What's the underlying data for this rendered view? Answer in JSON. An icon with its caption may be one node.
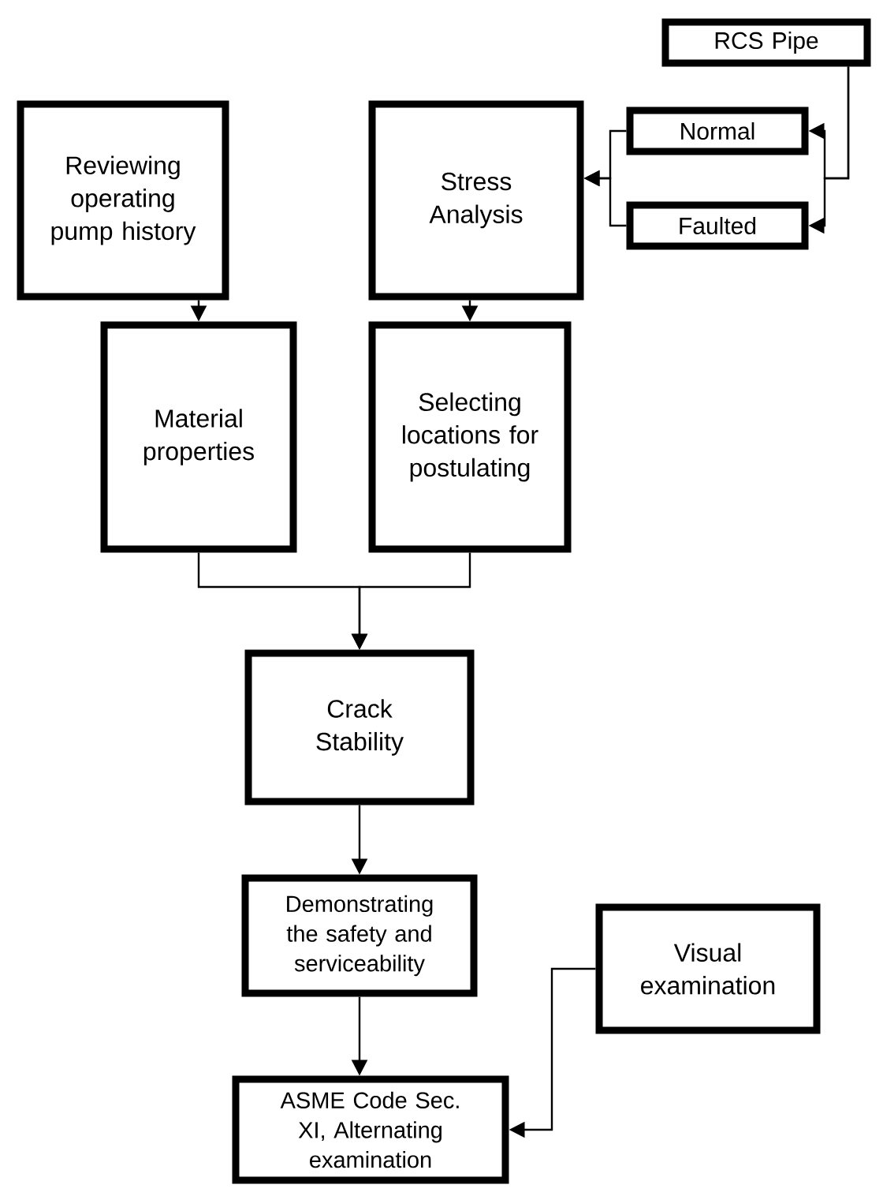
{
  "diagram": {
    "nodes": [
      {
        "text": [
          "RCS Pipe"
        ]
      },
      {
        "text": [
          "Normal"
        ]
      },
      {
        "text": [
          "Faulted"
        ]
      },
      {
        "text": [
          "Reviewing operating pump history"
        ]
      },
      {
        "text": [
          "Stress Analysis"
        ]
      },
      {
        "text": [
          "Material properties"
        ]
      },
      {
        "text": [
          "Selecting locations for postulating"
        ]
      },
      {
        "text": [
          "Crack Stability"
        ]
      },
      {
        "text": [
          "Demonstrating the safety and serviceability"
        ]
      },
      {
        "text": [
          "ASME Code Sec. XI, Alternating examination"
        ]
      },
      {
        "text": [
          "Visual examination"
        ]
      }
    ],
    "edges": [
      {
        "from": 0,
        "to": 1,
        "arrow": "to"
      },
      {
        "from": 0,
        "to": 2,
        "arrow": "to"
      },
      {
        "from": 1,
        "to": 4,
        "arrow": "to"
      },
      {
        "from": 2,
        "to": 4,
        "arrow": "to"
      },
      {
        "from": 3,
        "to": 5,
        "arrow": "to"
      },
      {
        "from": 4,
        "to": 6,
        "arrow": "to"
      },
      {
        "from": 5,
        "to": 7,
        "arrow": "to"
      },
      {
        "from": 6,
        "to": 7,
        "arrow": "to"
      },
      {
        "from": 7,
        "to": 8,
        "arrow": "to"
      },
      {
        "from": 8,
        "to": 9,
        "arrow": "to"
      },
      {
        "from": 10,
        "to": 9,
        "arrow": "to"
      }
    ]
  }
}
